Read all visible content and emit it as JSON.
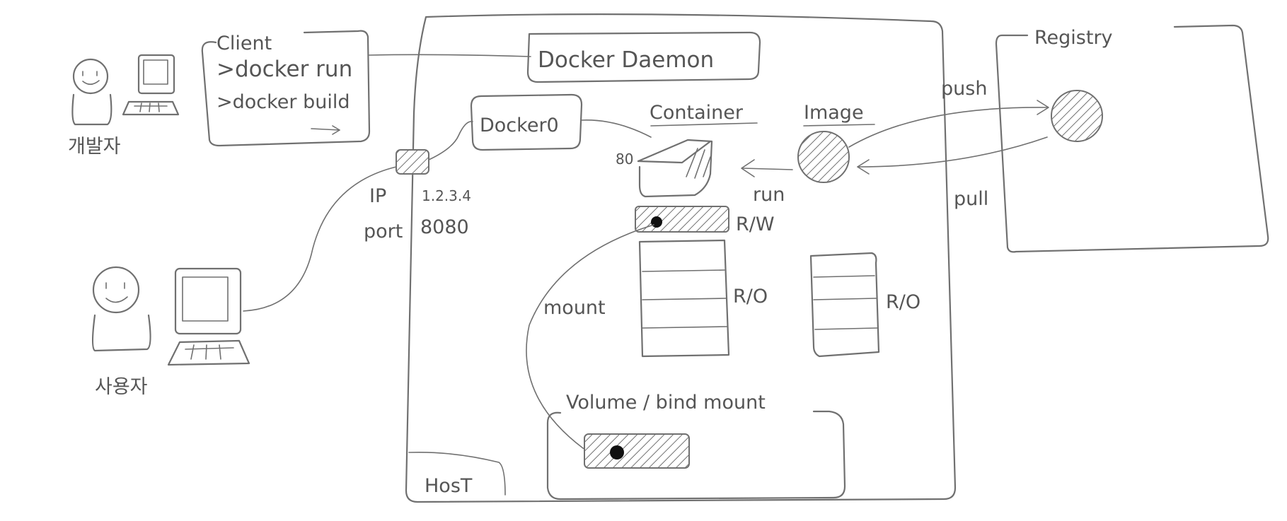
{
  "labels": {
    "client": "Client",
    "cmd_run": ">docker run",
    "cmd_build": ">docker build",
    "developer": "개발자",
    "user": "사용자",
    "docker_daemon": "Docker Daemon",
    "docker0": "Docker0",
    "container": "Container",
    "image": "Image",
    "registry": "Registry",
    "push": "push",
    "pull": "pull",
    "run": "run",
    "port_80": "80",
    "ip_label": "IP",
    "ip_value": "1.2.3.4",
    "port_label": "port",
    "port_value": "8080",
    "rw": "R/W",
    "ro_1": "R/O",
    "ro_2": "R/O",
    "mount": "mount",
    "volume": "Volume / bind mount",
    "host": "HosT"
  }
}
